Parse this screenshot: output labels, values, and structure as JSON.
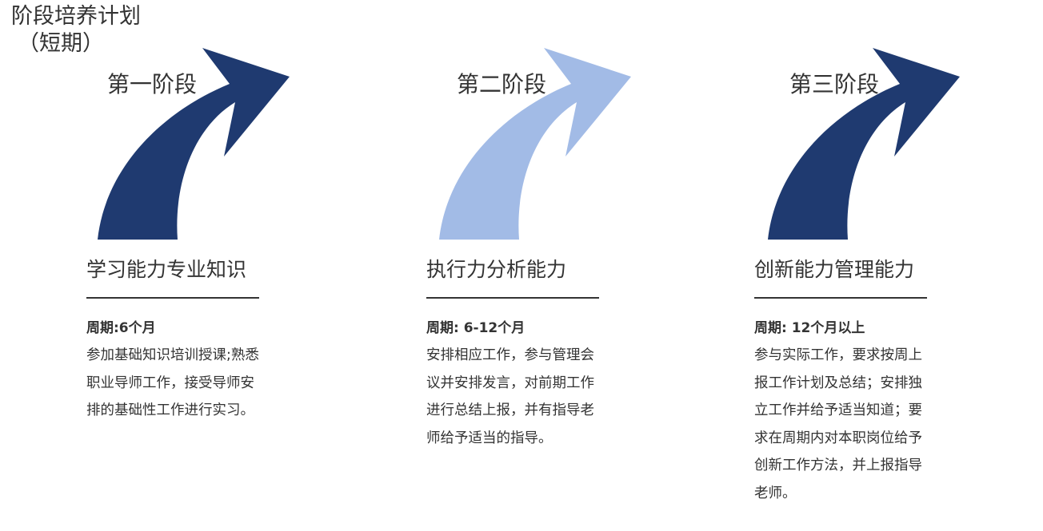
{
  "title": [
    "阶段培养计划",
    "（短期）"
  ],
  "colors": {
    "dark": "#1f3a70",
    "light": "#a2bbe6"
  },
  "stages": [
    {
      "label": "第一阶段",
      "heading": "学习能力专业知识",
      "period": "周期:6个月",
      "body": "参加基础知识培训授课;熟悉职业导师工作，接受导师安排的基础性工作进行实习。",
      "color": "#1f3a70"
    },
    {
      "label": "第二阶段",
      "heading": "执行力分析能力",
      "period": "周期: 6-12个月",
      "body": "安排相应工作，参与管理会议并安排发言，对前期工作进行总结上报，并有指导老师给予适当的指导。",
      "color": "#a2bbe6"
    },
    {
      "label": "第三阶段",
      "heading": "创新能力管理能力",
      "period": "周期: 12个月以上",
      "body": "参与实际工作，要求按周上报工作计划及总结；安排独立工作并给予适当知道；要求在周期内对本职岗位给予创新工作方法，并上报指导老师。",
      "color": "#1f3a70"
    }
  ]
}
